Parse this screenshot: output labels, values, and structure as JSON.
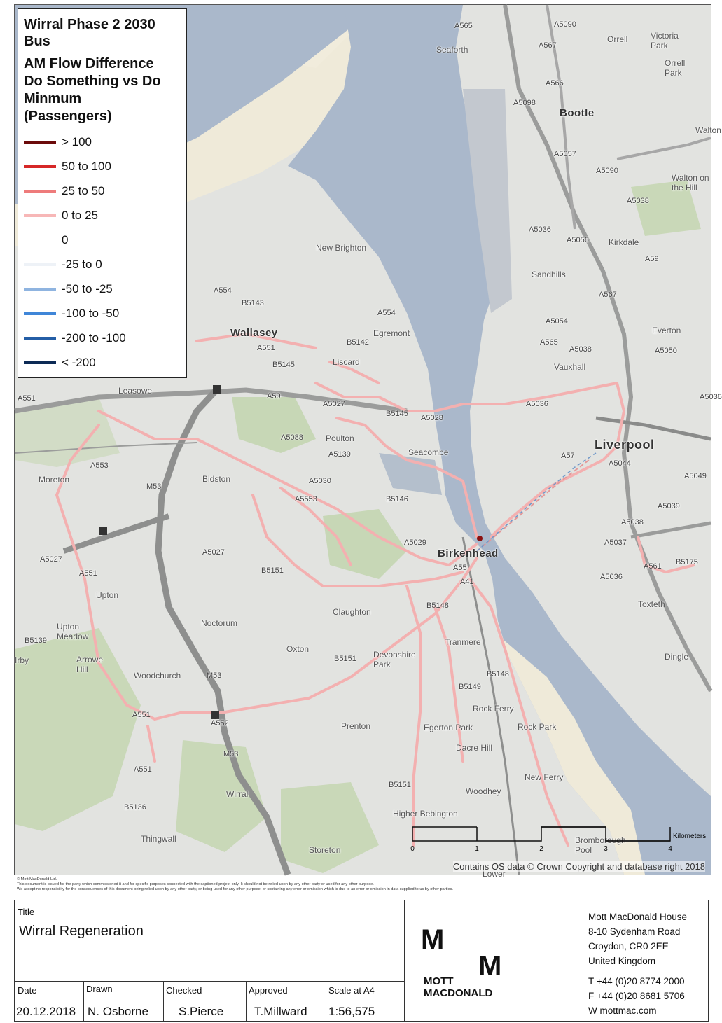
{
  "legend": {
    "title_line1": "Wirral Phase 2 2030",
    "title_line2": "Bus",
    "subtitle_line1": "AM Flow Difference",
    "subtitle_line2": "Do Something vs Do",
    "subtitle_line3": "Minmum",
    "subtitle_line4": "(Passengers)",
    "items": [
      {
        "label": "> 100",
        "color": "#6b0a0a"
      },
      {
        "label": "50 to 100",
        "color": "#d62828"
      },
      {
        "label": "25 to 50",
        "color": "#ee7b7b"
      },
      {
        "label": "0 to 25",
        "color": "#f7b7b7"
      },
      {
        "label": "0",
        "color": "#ffffff"
      },
      {
        "label": "-25 to 0",
        "color": "#eef2f7"
      },
      {
        "label": "-50 to -25",
        "color": "#8fb4e0"
      },
      {
        "label": "-100 to -50",
        "color": "#3f86d8"
      },
      {
        "label": "-200 to -100",
        "color": "#245ea6"
      },
      {
        "label": "< -200",
        "color": "#0c2a55"
      }
    ]
  },
  "places": {
    "new_brighton": "New Brighton",
    "wallasey": "Wallasey",
    "egremont": "Egremont",
    "liscard": "Liscard",
    "leasowe": "Leasowe",
    "poulton": "Poulton",
    "seacombe": "Seacombe",
    "moreton": "Moreton",
    "bidston": "Bidston",
    "birkenhead": "Birkenhead",
    "upton": "Upton",
    "upton_meadow": "Upton Meadow",
    "noctorum": "Noctorum",
    "claughton": "Claughton",
    "oxton": "Oxton",
    "arrowe_hill": "Arrowe Hill",
    "woodchurch": "Woodchurch",
    "devonshire_park": "Devonshire Park",
    "tranmere": "Tranmere",
    "prenton": "Prenton",
    "egerton_park": "Egerton Park",
    "rock_ferry": "Rock Ferry",
    "rock_park": "Rock Park",
    "dacre_hill": "Dacre Hill",
    "new_ferry": "New Ferry",
    "woodhey": "Woodhey",
    "higher_bebington": "Higher Bebington",
    "thingwall": "Thingwall",
    "storeton": "Storeton",
    "bromborough_pool": "Bromborough Pool",
    "irby": "Irby",
    "wirral": "Wirral",
    "seaforth": "Seaforth",
    "bootle": "Bootle",
    "orrell": "Orrell",
    "victoria_park": "Victoria Park",
    "orrell_park": "Orrell Park",
    "walton": "Walton",
    "walton_hill": "Walton on the Hill",
    "kirkdale": "Kirkdale",
    "sandhills": "Sandhills",
    "vauxhall": "Vauxhall",
    "everton": "Everton",
    "liverpool": "Liverpool",
    "toxteth": "Toxteth",
    "dingle": "Dingle",
    "lower": "Lower"
  },
  "roads": [
    "A565",
    "A5090",
    "A567",
    "A566",
    "A5098",
    "A5057",
    "A5090",
    "A5038",
    "A5036",
    "A5056",
    "A59",
    "A567",
    "A5054",
    "A565",
    "A5038",
    "A5050",
    "A5036",
    "A5036",
    "A57",
    "A5044",
    "A5049",
    "A5039",
    "A5038",
    "A5037",
    "A561",
    "B5175",
    "A5036",
    "A554",
    "B5143",
    "A554",
    "B5142",
    "A551",
    "B5145",
    "A59",
    "A5027",
    "B5145",
    "A5028",
    "A5088",
    "A5139",
    "A5030",
    "A5553",
    "B5146",
    "A5029",
    "A55",
    "A41",
    "B5148",
    "A551",
    "A553",
    "M53",
    "A5027",
    "A551",
    "B5151",
    "B5139",
    "M53",
    "A5027",
    "A552",
    "A551",
    "M53",
    "A551",
    "B5136",
    "B5151",
    "B5151",
    "B5149",
    "B5148"
  ],
  "scale": {
    "ticks": [
      "0",
      "1",
      "2",
      "3",
      "4"
    ],
    "unit": "Kilometers"
  },
  "copyright": "Contains OS data © Crown Copyright and database right 2018",
  "disclaimer": {
    "line1": "© Mott MacDonald Ltd.",
    "line2": "This document is issued for the party which commissioned it and for specific purposes connected with the captioned project only. It should not be relied upon by any other party or used for any other purpose.",
    "line3": "We accept no responsibility for the consequences of this document being relied upon by any other party, or being used for any other purpose, or containing any error or omission which is due to an error or omission in data supplied to us by other parties."
  },
  "titleblock": {
    "title_label": "Title",
    "title": "Wirral Regeneration",
    "date_label": "Date",
    "date": "20.12.2018",
    "drawn_label": "Drawn",
    "drawn": "N. Osborne",
    "checked_label": "Checked",
    "checked": "S.Pierce",
    "approved_label": "Approved",
    "approved": "T.Millward",
    "scale_label": "Scale at A4",
    "scale": "1:56,575",
    "logo_m1": "M",
    "logo_m2": "M",
    "logo_line1": "MOTT",
    "logo_line2": "MACDONALD",
    "addr1": "Mott MacDonald House",
    "addr2": "8-10 Sydenham Road",
    "addr3": "Croydon, CR0 2EE",
    "addr4": "United Kingdom",
    "tel": "T  +44 (0)20 8774 2000",
    "fax": "F  +44 (0)20 8681 5706",
    "web": "W mottmac.com"
  }
}
